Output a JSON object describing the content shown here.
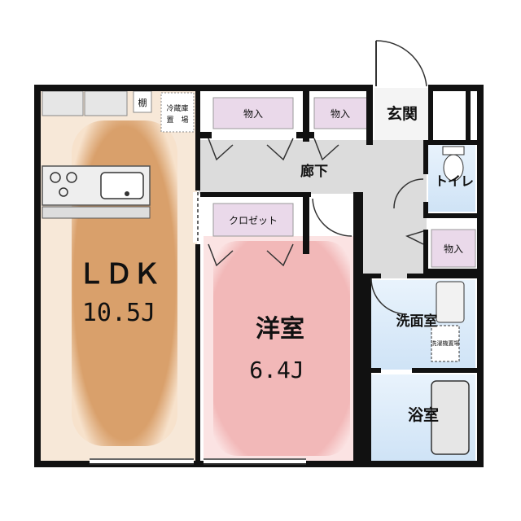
{
  "rooms": {
    "ldk": {
      "name": "ＬＤＫ",
      "size": "10.5J"
    },
    "western": {
      "name": "洋室",
      "size": "6.4J"
    },
    "closet": {
      "label": "クロゼット"
    },
    "storage_1": {
      "label": "物入"
    },
    "storage_2": {
      "label": "物入"
    },
    "storage_3": {
      "label": "物入"
    },
    "entrance": {
      "label": "玄関"
    },
    "corridor": {
      "label": "廊下"
    },
    "toilet": {
      "label": "トイレ"
    },
    "washroom": {
      "label": "洗面室"
    },
    "bathroom": {
      "label": "浴室"
    }
  },
  "fixtures": {
    "shelf": "棚",
    "fridge_space_line1": "冷蔵庫",
    "fridge_space_line2": "置　場",
    "washer_space": "洗濯機置場"
  },
  "colors": {
    "ldk_floor": "#d9a06b",
    "western_floor": "#f2b8b8",
    "storage_fill": "#ead9ea",
    "wet_area_fill": "#d7e9f8",
    "wall": "#111111",
    "corridor": "#dcdcdc"
  }
}
